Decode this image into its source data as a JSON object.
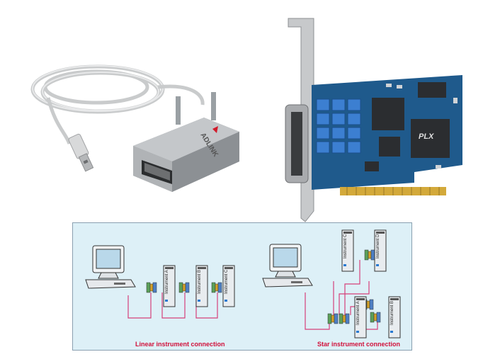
{
  "usb_device": {
    "brand": "ADLINK"
  },
  "pci_card": {
    "chip_brand": "PLX"
  },
  "linear": {
    "caption": "Linear instrument connection",
    "instruments": [
      "Instrument A",
      "Instrument B",
      "Instrument C"
    ]
  },
  "star": {
    "caption": "Star instrument connection",
    "instruments": [
      "Instrument C",
      "Instrument D",
      "Instrument A",
      "Instrument B"
    ]
  },
  "colors": {
    "diagram_bg": "#ddf0f7",
    "cable": "#d6407a",
    "caption": "#d1103a",
    "adlink_red": "#d11a2a",
    "pcb_blue": "#1f5a8c"
  }
}
